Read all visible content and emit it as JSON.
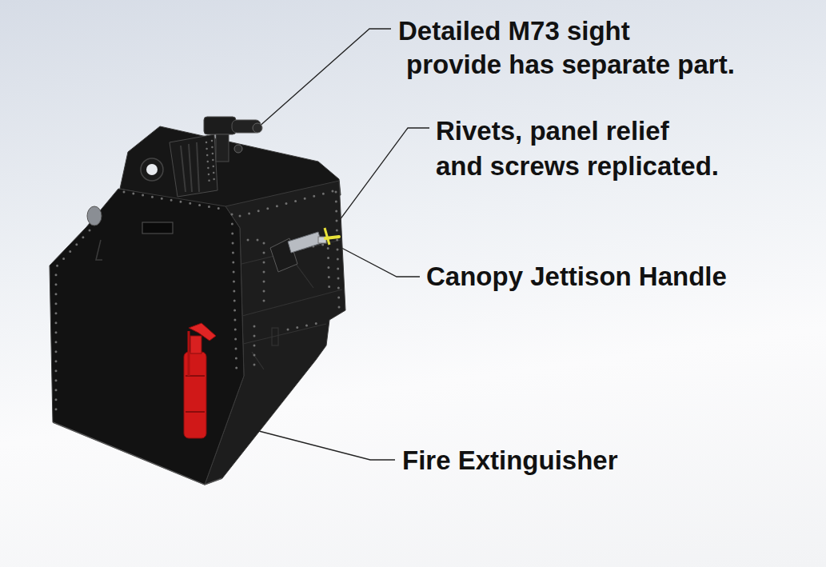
{
  "diagram": {
    "labels": [
      "Detailed M73 sight provide has separate part.",
      "Rivets, panel relief and screws replicated.",
      "Canopy Jettison Handle",
      "Fire Extinguisher"
    ]
  }
}
